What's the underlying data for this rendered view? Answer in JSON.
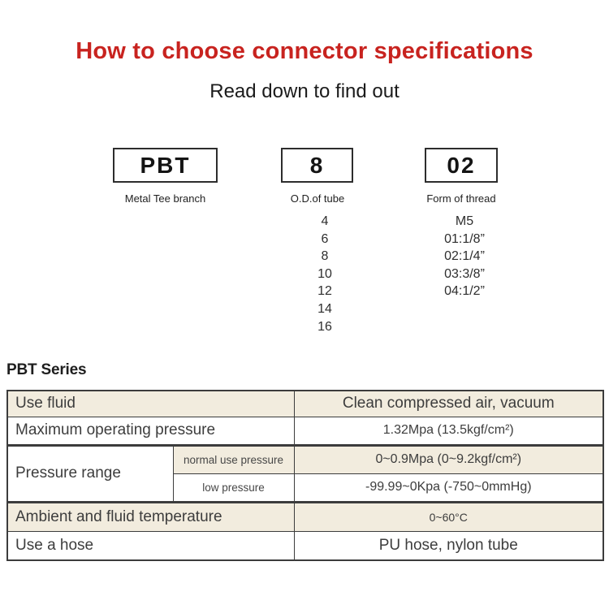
{
  "colors": {
    "accent": "#c8231f",
    "beige": "#f2ecde",
    "border": "#3c3c3c"
  },
  "header": {
    "title": "How to choose connector specifications",
    "subtitle": "Read down to find out"
  },
  "spec_chooser": {
    "segments": [
      {
        "code": "PBT",
        "label": "Metal Tee branch",
        "options": []
      },
      {
        "code": "8",
        "label": "O.D.of tube",
        "options": [
          "4",
          "6",
          "8",
          "10",
          "12",
          "14",
          "16"
        ]
      },
      {
        "code": "02",
        "label": "Form of thread",
        "options": [
          "M5",
          "01:1/8”",
          "02:1/4”",
          "03:3/8”",
          "04:1/2”"
        ]
      }
    ]
  },
  "series_section": {
    "heading": "PBT Series",
    "table": {
      "use_fluid": {
        "label": "Use fluid",
        "value": "Clean compressed air, vacuum"
      },
      "max_pressure": {
        "label": "Maximum operating pressure",
        "value": "1.32Mpa (13.5kgf/cm²)"
      },
      "pressure_range": {
        "label": "Pressure range",
        "normal": {
          "label": "normal use pressure",
          "value": "0~0.9Mpa (0~9.2kgf/cm²)"
        },
        "low": {
          "label": "low pressure",
          "value": "-99.99~0Kpa (-750~0mmHg)"
        }
      },
      "temperature": {
        "label": "Ambient and fluid temperature",
        "value": "0~60°C"
      },
      "hose": {
        "label": "Use a hose",
        "value": "PU hose, nylon tube"
      }
    }
  }
}
